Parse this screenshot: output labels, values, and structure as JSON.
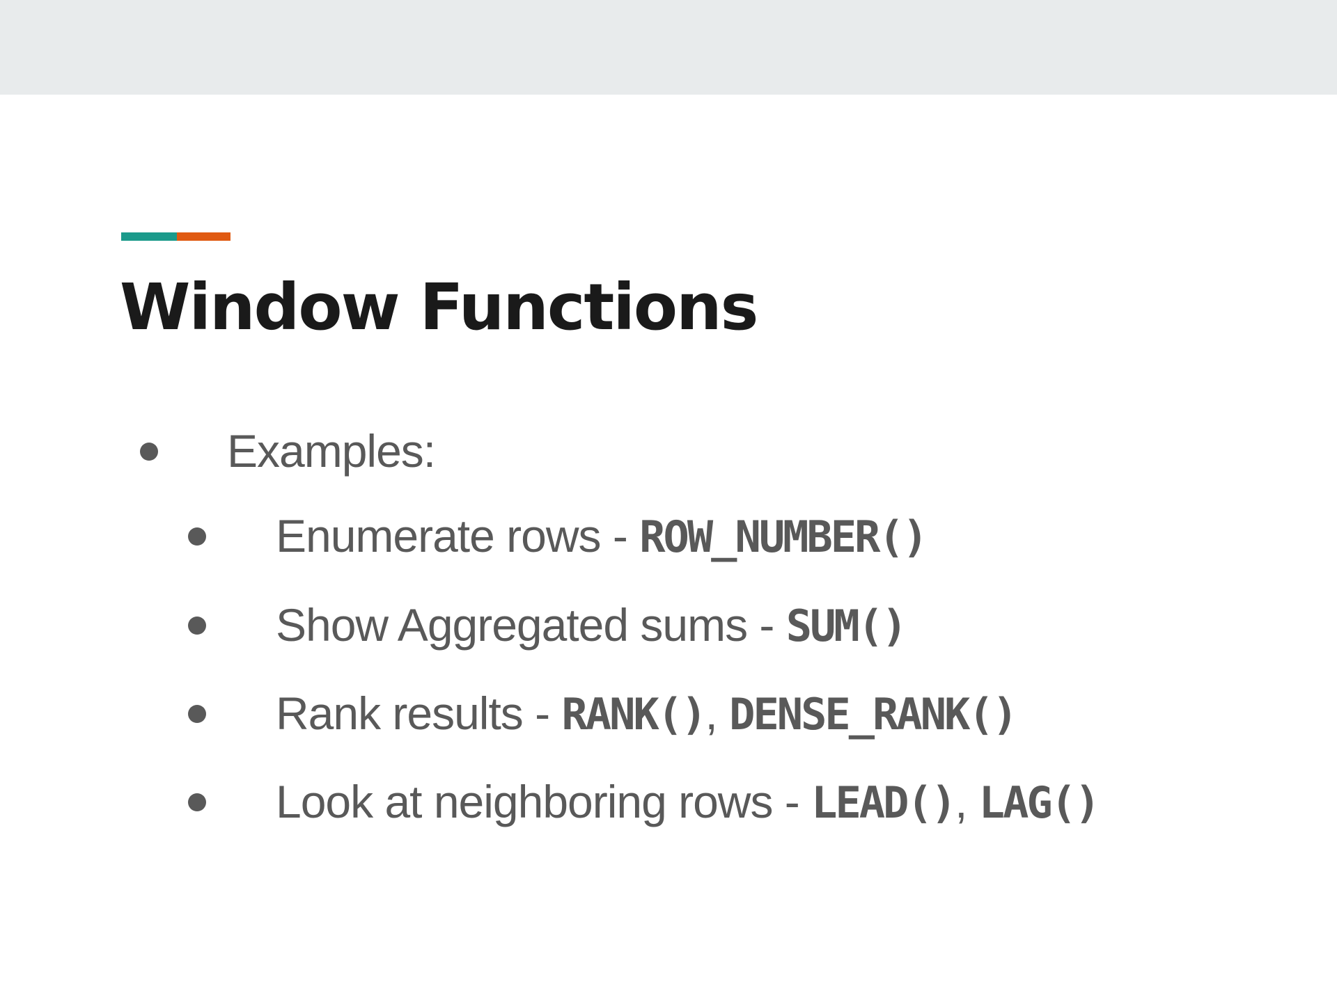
{
  "slide": {
    "title": "Window Functions",
    "accent_colors": [
      "#1b9a8b",
      "#e05a12"
    ],
    "bullets": [
      {
        "text": "Examples:",
        "level": 1
      },
      {
        "text": "Enumerate rows - ",
        "code": [
          "ROW_NUMBER()"
        ],
        "level": 2
      },
      {
        "text": "Show Aggregated sums - ",
        "code": [
          "SUM()"
        ],
        "level": 2
      },
      {
        "text": "Rank results - ",
        "code": [
          "RANK()",
          "DENSE_RANK()"
        ],
        "separator": ", ",
        "level": 2
      },
      {
        "text": "Look at neighboring rows - ",
        "code": [
          "LEAD()",
          "LAG()"
        ],
        "separator": ", ",
        "level": 2
      }
    ]
  }
}
